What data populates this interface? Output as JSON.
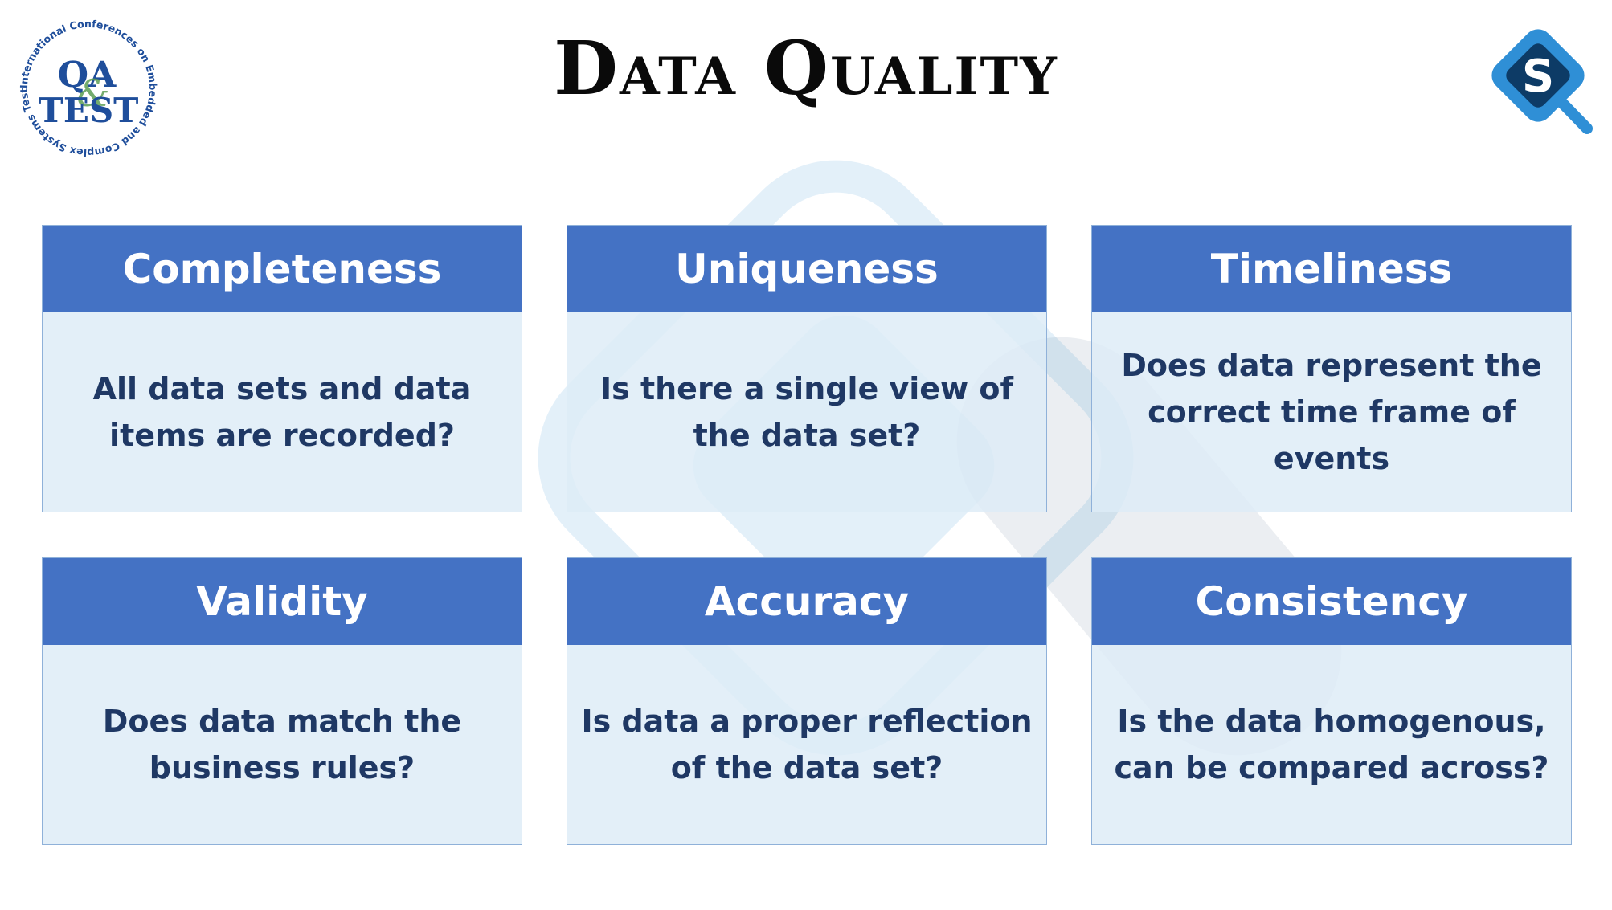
{
  "title": "Data Quality",
  "left_logo": {
    "arc_text": "International Conferences on Embedded and Complex Systems Testing",
    "line1": "QA",
    "ampersand": "&",
    "line2": "TEST"
  },
  "right_logo": {
    "letter": "S"
  },
  "cards": [
    {
      "heading": "Completeness",
      "body": "All data sets and data items are recorded?"
    },
    {
      "heading": "Uniqueness",
      "body": "Is there a single view of the data set?"
    },
    {
      "heading": "Timeliness",
      "body": "Does data represent the correct time frame of events"
    },
    {
      "heading": "Validity",
      "body": "Does data match the business rules?"
    },
    {
      "heading": "Accuracy",
      "body": "Is data a proper reflection of the data set?"
    },
    {
      "heading": "Consistency",
      "body": "Is the data homogenous, can be compared across?"
    }
  ],
  "colors": {
    "header_bg": "#4472c4",
    "body_bg": "#ddebf7",
    "body_text": "#1f3864",
    "logo_blue": "#1f4e9b",
    "logo_green": "#5c9e54",
    "logo_cyan": "#2f8fd6",
    "logo_navy": "#0d3b66"
  }
}
